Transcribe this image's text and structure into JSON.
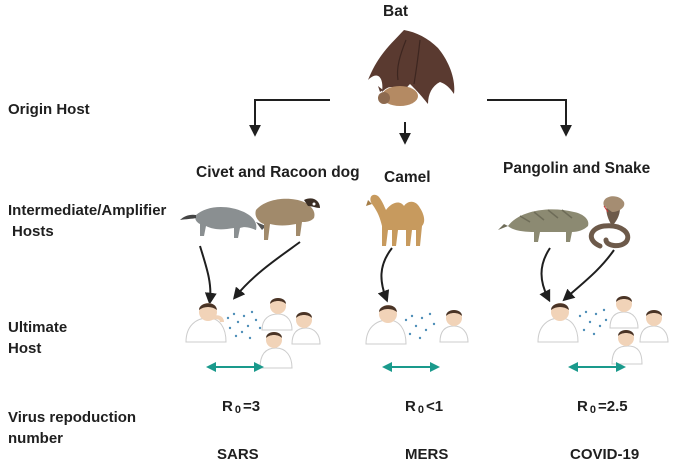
{
  "diagram": {
    "origin": {
      "label": "Bat",
      "icon": "bat-icon"
    },
    "row_labels": {
      "origin_host": "Origin Host",
      "intermediate_line1": "Intermediate/Amplifier",
      "intermediate_line2": "Hosts",
      "ultimate_line1": "Ultimate",
      "ultimate_line2": "Host",
      "virus_line1": "Virus repoduction",
      "virus_line2": "number"
    },
    "columns": [
      {
        "host": "Civet and Racoon dog",
        "r0_prefix": "R",
        "r0_sub": "0",
        "r0_value": "=3",
        "virus": "SARS",
        "host_icons": [
          "civet-icon",
          "racoon-dog-icon"
        ]
      },
      {
        "host": "Camel",
        "r0_prefix": "R",
        "r0_sub": "0",
        "r0_value": "<1",
        "virus": "MERS",
        "host_icons": [
          "camel-icon"
        ]
      },
      {
        "host": "Pangolin and Snake",
        "r0_prefix": "R",
        "r0_sub": "0",
        "r0_value": "=2.5",
        "virus": "COVID-19",
        "host_icons": [
          "pangolin-icon",
          "snake-icon"
        ]
      }
    ],
    "colors": {
      "arrow": "#1f1f1f",
      "spread_arrow": "#1a9a8c",
      "droplets": "#4f8fb8",
      "skin": "#f1d3b8",
      "hair": "#4a3426",
      "shirt": "#ffffff"
    }
  }
}
